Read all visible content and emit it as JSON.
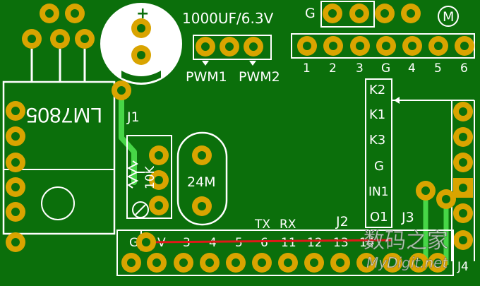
{
  "capacitor": {
    "polarity": "+",
    "label": "1000UF/6.3V"
  },
  "pwm": {
    "left": "PWM1",
    "right": "PWM2"
  },
  "header_top": {
    "gnd_label": "G",
    "motor_symbol": "M",
    "pin_labels": [
      "1",
      "2",
      "3",
      "G",
      "4",
      "5",
      "6"
    ]
  },
  "regulator": {
    "label": "LM7805"
  },
  "j1": {
    "label": "J1"
  },
  "pot": {
    "label": "10K"
  },
  "crystal": {
    "label": "24M"
  },
  "bottom_header": {
    "labels": [
      "G",
      "V",
      "3",
      "4",
      "5",
      "6",
      "11",
      "12",
      "13",
      "14"
    ],
    "tx": "TX",
    "rx": "RX",
    "j2": "J2"
  },
  "connector_right": {
    "labels": [
      "K2",
      "K1",
      "K3",
      "G",
      "IN1",
      "O1"
    ]
  },
  "j3": {
    "label": "J3"
  },
  "j4": {
    "label": "J4"
  },
  "watermark": {
    "chinese": "数码之家",
    "url": "MyDigit.net"
  },
  "colors": {
    "board": "#0b6f0b",
    "silk": "#ffffff",
    "pad": "#d9a400",
    "trace_green": "#47d647",
    "trace_red": "#e01818"
  }
}
